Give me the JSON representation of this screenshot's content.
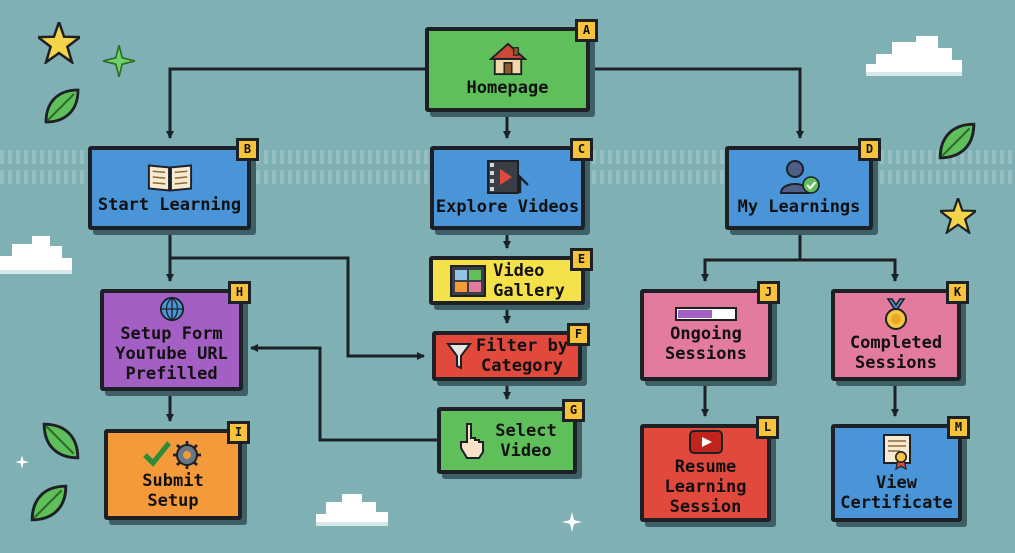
{
  "nodes": {
    "a": {
      "badge": "A",
      "label": "Homepage"
    },
    "b": {
      "badge": "B",
      "label": "Start Learning"
    },
    "c": {
      "badge": "C",
      "label": "Explore Videos"
    },
    "d": {
      "badge": "D",
      "label": "My Learnings"
    },
    "e": {
      "badge": "E",
      "label": "Video\nGallery"
    },
    "f": {
      "badge": "F",
      "label": "Filter by\nCategory"
    },
    "g": {
      "badge": "G",
      "label": "Select\nVideo"
    },
    "h": {
      "badge": "H",
      "label": "Setup Form\nYouTube URL\nPrefilled"
    },
    "i": {
      "badge": "I",
      "label": "Submit\nSetup"
    },
    "j": {
      "badge": "J",
      "label": "Ongoing\nSessions"
    },
    "k": {
      "badge": "K",
      "label": "Completed\nSessions"
    },
    "l": {
      "badge": "L",
      "label": "Resume\nLearning\nSession"
    },
    "m": {
      "badge": "M",
      "label": "View\nCertificate"
    }
  },
  "icons": {
    "a": "house-icon",
    "b": "open-book-icon",
    "c": "film-play-icon",
    "d": "user-check-icon",
    "e": "film-strip-icon",
    "f": "funnel-icon",
    "g": "pointer-hand-icon",
    "h": "globe-icon",
    "i": "check-gear-icon",
    "j": "progress-bar-icon",
    "k": "medal-icon",
    "l": "play-button-icon",
    "m": "certificate-icon"
  },
  "colors": {
    "background": "#7fb1b4",
    "outline": "#1d2126",
    "badge": "#f6c33b",
    "green": "#5fbf5a",
    "blue": "#4a94d8",
    "yellow": "#f5e14a",
    "red": "#e0493c",
    "purple": "#a45fc4",
    "orange": "#f59a3a",
    "pink": "#e37b9f"
  }
}
